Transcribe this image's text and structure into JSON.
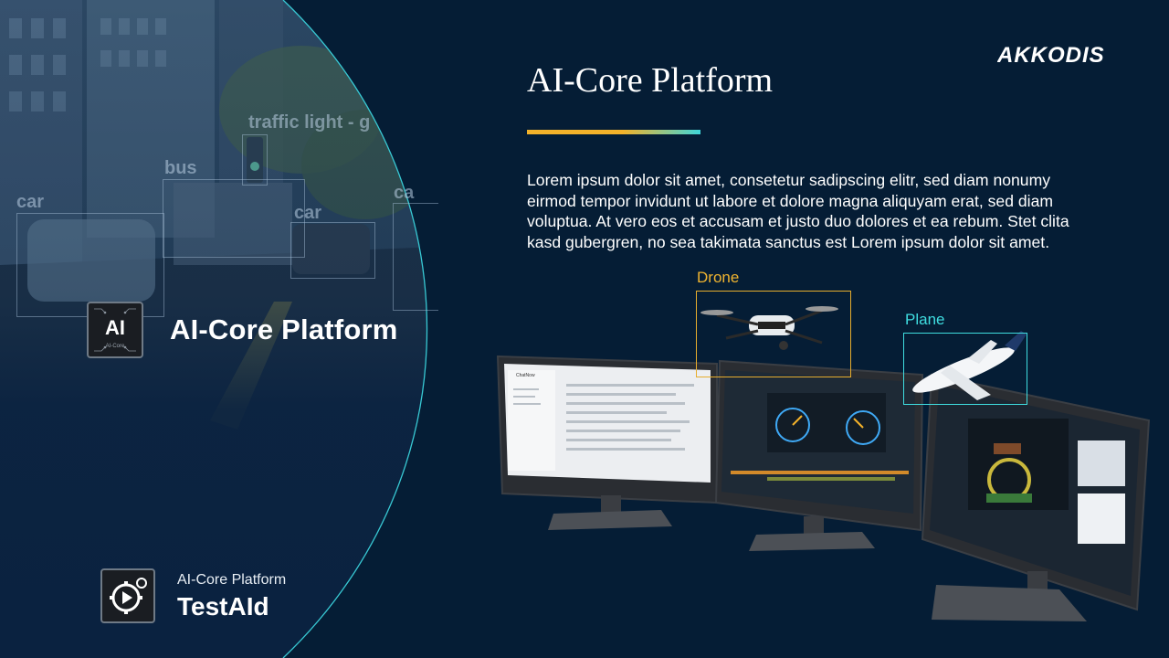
{
  "left_panel": {
    "detections": [
      {
        "label": "traffic light - g"
      },
      {
        "label": "bus"
      },
      {
        "label": "car"
      },
      {
        "label": "car"
      },
      {
        "label": "ca"
      }
    ],
    "ai_icon": {
      "badge": "AI",
      "sub": "AI-Core"
    },
    "ai_title": "AI-Core Platform",
    "testaid": {
      "subtitle": "AI-Core Platform",
      "title": "TestAId"
    }
  },
  "header": {
    "brand": "AKKODIS",
    "title": "AI-Core Platform"
  },
  "body_text": "Lorem ipsum dolor sit amet, consetetur sadipscing elitr, sed diam nonumy eirmod tempor invidunt ut labore et dolore magna aliquyam erat, sed diam voluptua. At vero eos et accusam et justo duo dolores et ea rebum. Stet clita kasd gubergren, no sea takimata sanctus est Lorem ipsum dolor sit amet.",
  "tags": {
    "drone": "Drone",
    "plane": "Plane"
  },
  "colors": {
    "background": "#051d35",
    "accent_gold": "#f3b22a",
    "accent_cyan": "#3fd6d9"
  },
  "screens": {
    "left_window_title": "ChatNow"
  }
}
